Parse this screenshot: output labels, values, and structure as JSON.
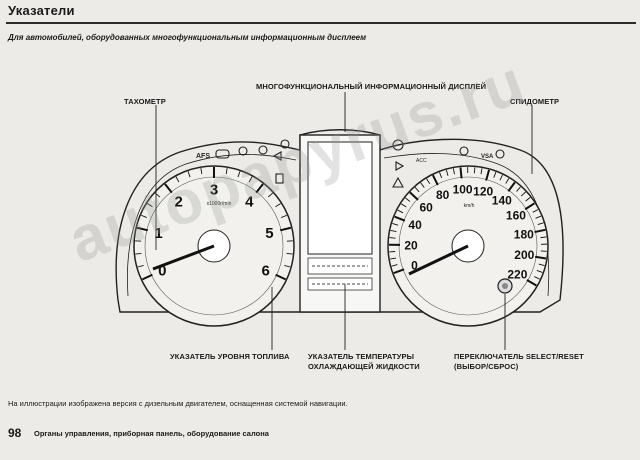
{
  "header": {
    "title": "Указатели"
  },
  "subtitle": "Для автомобилей, оборудованных многофункциональным информационным дисплеем",
  "callouts": {
    "display": "МНОГОФУНКЦИОНАЛЬНЫЙ ИНФОРМАЦИОННЫЙ ДИСПЛЕЙ",
    "tachometer": "ТАХОМЕТР",
    "speedometer": "СПИДОМЕТР",
    "fuel": "УКАЗАТЕЛЬ УРОВНЯ ТОПЛИВА",
    "temp_line1": "УКАЗАТЕЛЬ ТЕМПЕРАТУРЫ",
    "temp_line2": "ОХЛАЖДАЮЩЕЙ ЖИДКОСТИ",
    "select_line1": "ПЕРЕКЛЮЧАТЕЛЬ SELECT/RESET",
    "select_line2": "(ВЫБОР/СБРОС)"
  },
  "tachometer": {
    "ticks": [
      "0",
      "1",
      "2",
      "3",
      "4",
      "5",
      "6"
    ],
    "unit": "x1000r/min",
    "afs_label": "AFS"
  },
  "speedometer": {
    "ticks": [
      "0",
      "20",
      "40",
      "60",
      "80",
      "100",
      "120",
      "140",
      "160",
      "180",
      "200",
      "220"
    ],
    "unit": "km/h",
    "acc_label": "ACC",
    "vsa_label": "VSA"
  },
  "caption": "На иллюстрации изображена версия с дизельным двигателем, оснащенная системой навигации.",
  "footer": {
    "page_number": "98",
    "text": "Органы управления, приборная панель, оборудование салона"
  },
  "watermark": "autopapyrus.ru"
}
